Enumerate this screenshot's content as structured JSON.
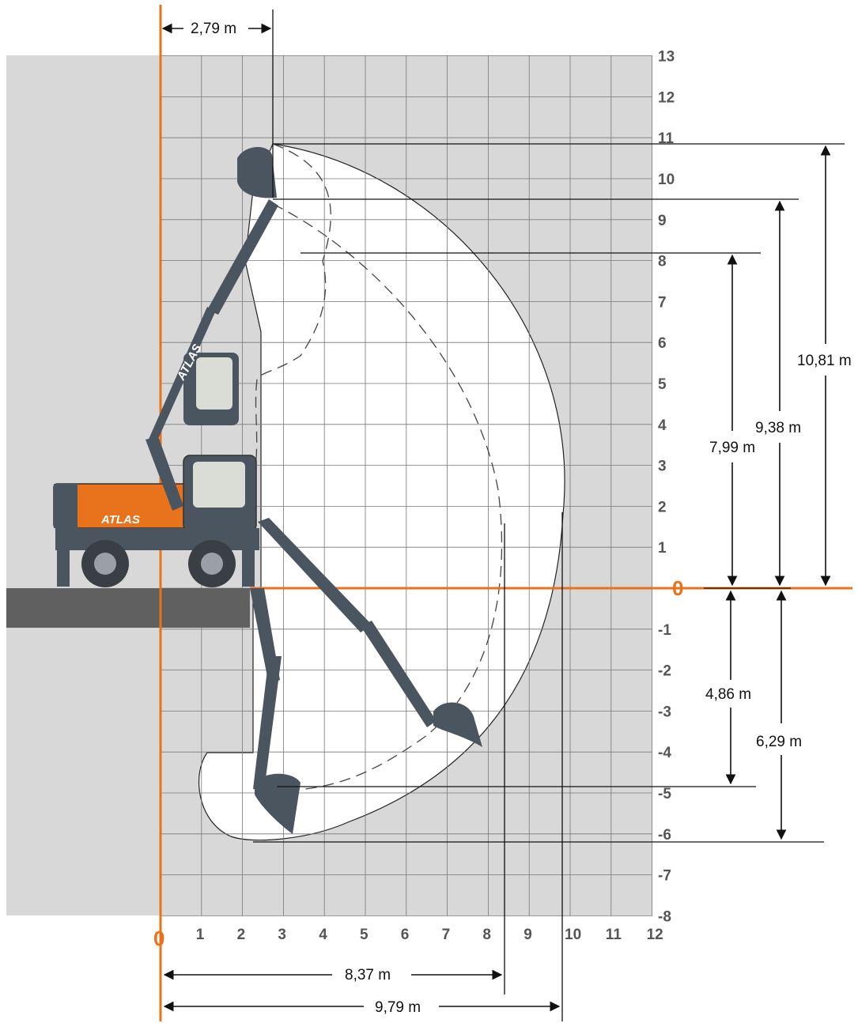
{
  "diagram": {
    "x_ticks": [
      "1",
      "2",
      "3",
      "4",
      "5",
      "6",
      "7",
      "8",
      "9",
      "10",
      "11",
      "12"
    ],
    "y_ticks": [
      "13",
      "12",
      "11",
      "10",
      "9",
      "8",
      "7",
      "6",
      "5",
      "4",
      "3",
      "2",
      "1",
      "-1",
      "-2",
      "-3",
      "-4",
      "-5",
      "-6",
      "-7",
      "-8"
    ],
    "x_zero_label": "0",
    "y_zero_label": "0",
    "dimensions": {
      "top_offset": "2,79 m",
      "reach_1": "8,37 m",
      "reach_2": "9,79 m",
      "height_1": "7,99 m",
      "height_2": "9,38 m",
      "height_3": "10,81 m",
      "depth_1": "4,86 m",
      "depth_2": "6,29 m"
    },
    "logo_text": "ATLAS",
    "icons": [
      "arrow-icon"
    ],
    "colors": {
      "accent": "#e8731c",
      "machine": "#4b5560",
      "background": "#d8d8d8",
      "ground": "#606060"
    }
  }
}
